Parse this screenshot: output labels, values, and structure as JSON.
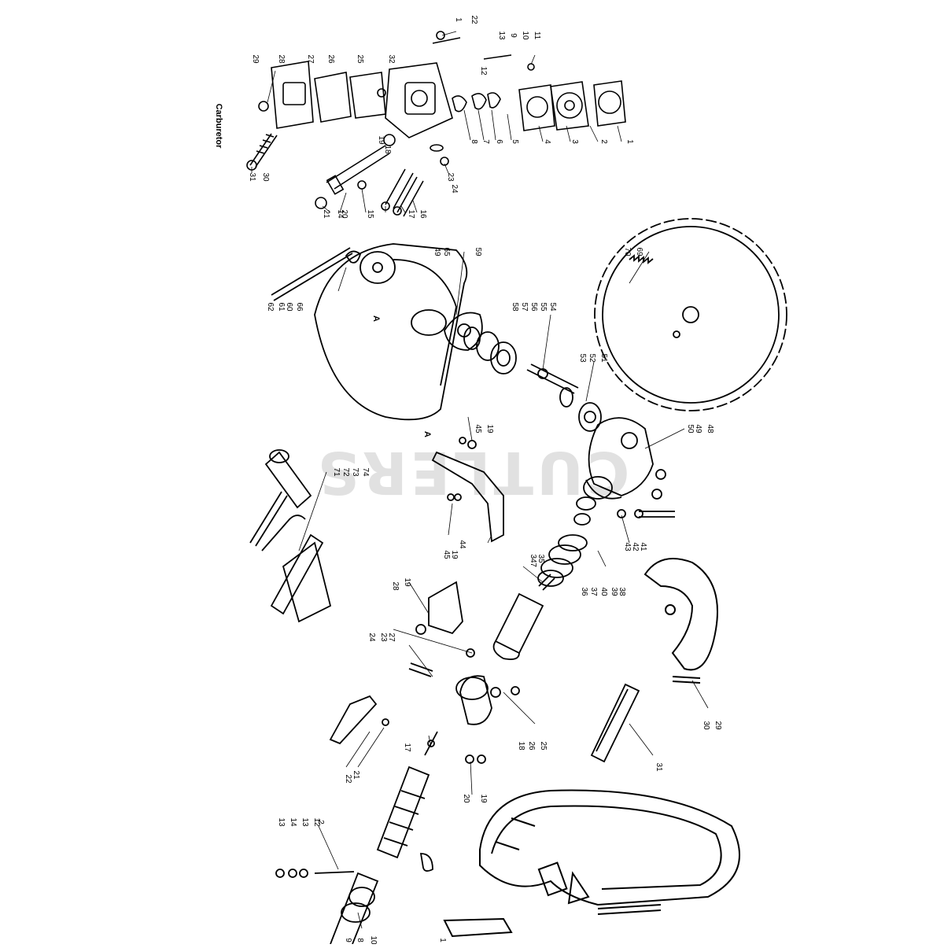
{
  "watermark": "CUTLERS",
  "carburetor_title": "Carburetor",
  "section_marker": "A",
  "part_numbers": [
    "1",
    "2",
    "3",
    "4",
    "5",
    "6",
    "7",
    "8",
    "9",
    "10",
    "11",
    "12",
    "13",
    "14",
    "15",
    "16",
    "17",
    "18",
    "19",
    "20",
    "21",
    "22",
    "23",
    "24",
    "25",
    "26",
    "27",
    "28",
    "29",
    "30",
    "31",
    "32",
    "34",
    "35",
    "36",
    "37",
    "38",
    "39",
    "40",
    "41",
    "42",
    "43",
    "44",
    "45",
    "48",
    "49",
    "50",
    "51",
    "52",
    "53",
    "54",
    "55",
    "56",
    "57",
    "58",
    "59",
    "60",
    "61",
    "62",
    "65",
    "66",
    "69",
    "70",
    "71",
    "72",
    "73",
    "74"
  ]
}
